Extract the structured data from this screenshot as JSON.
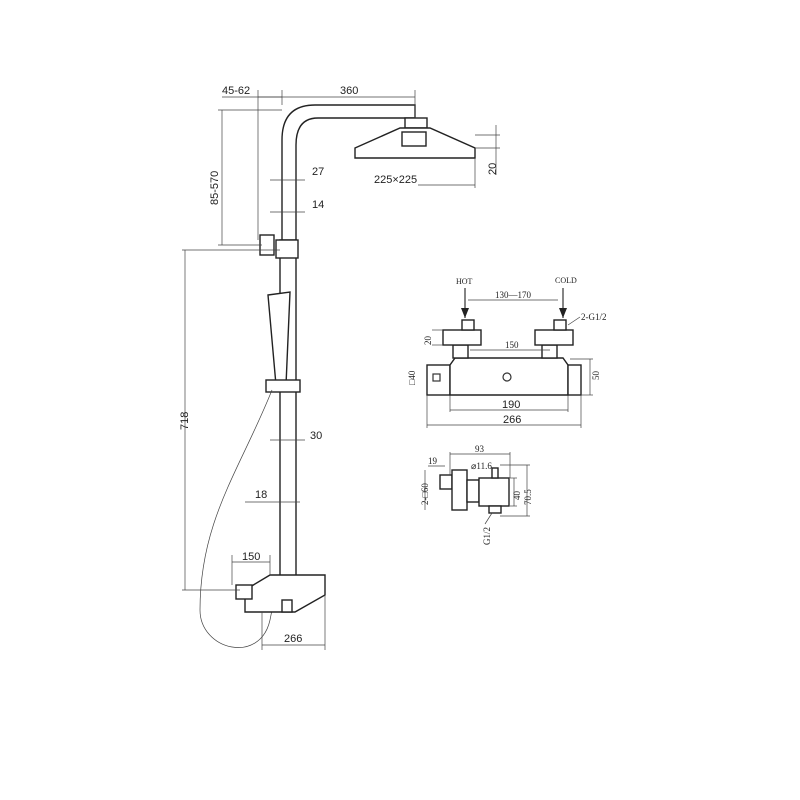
{
  "main_view": {
    "dim_arm_offset": "45-62",
    "dim_arm_length": "360",
    "dim_height_adjust": "85-570",
    "dim_tube_upper": "27",
    "dim_tube_inner": "14",
    "dim_head_size": "225×225",
    "dim_head_thickness": "20",
    "dim_total_height": "718",
    "dim_tube_lower": "30",
    "dim_tube_lower_inner": "18",
    "dim_bracket": "150",
    "dim_valve_depth": "266"
  },
  "valve_front": {
    "hot_label": "HOT",
    "cold_label": "COLD",
    "dim_inlet_spacing": "130—170",
    "dim_thread": "2-G1/2",
    "dim_inlet_height": "20",
    "dim_center": "150",
    "dim_end_square": "□40",
    "dim_body_height": "50",
    "dim_body_length": "190",
    "dim_total_length": "266"
  },
  "valve_side": {
    "dim_depth": "93",
    "dim_escutcheon": "19",
    "dim_outlet": "⌀11.6",
    "dim_square": "2-□60",
    "dim_body": "40",
    "dim_height": "70.5",
    "dim_thread": "G1/2"
  }
}
